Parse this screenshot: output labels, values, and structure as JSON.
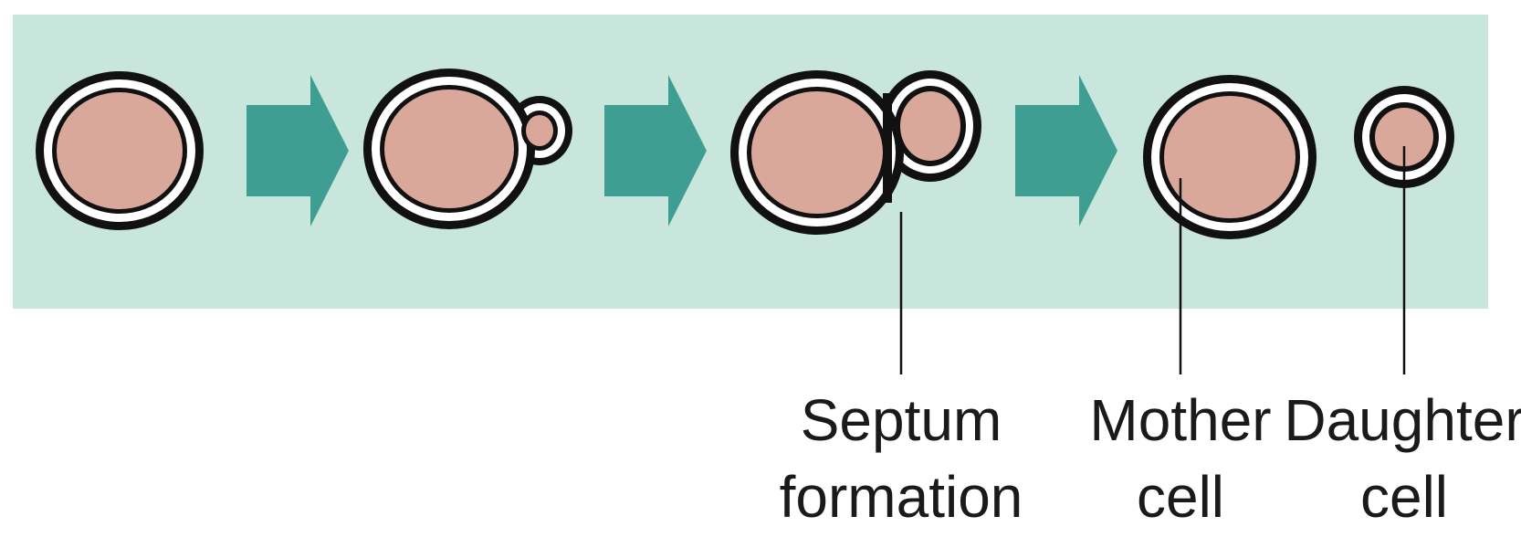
{
  "colors": {
    "band": "#c9e6dc",
    "arrow": "#3e9e92",
    "cytoplasm": "#d9a89a",
    "outline": "#111111",
    "page": "#ffffff"
  },
  "labels": {
    "septum": {
      "line1": "Septum",
      "line2": "formation"
    },
    "mother": {
      "line1": "Mother",
      "line2": "cell"
    },
    "daughter": {
      "line1": "Daughter",
      "line2": "cell"
    }
  }
}
